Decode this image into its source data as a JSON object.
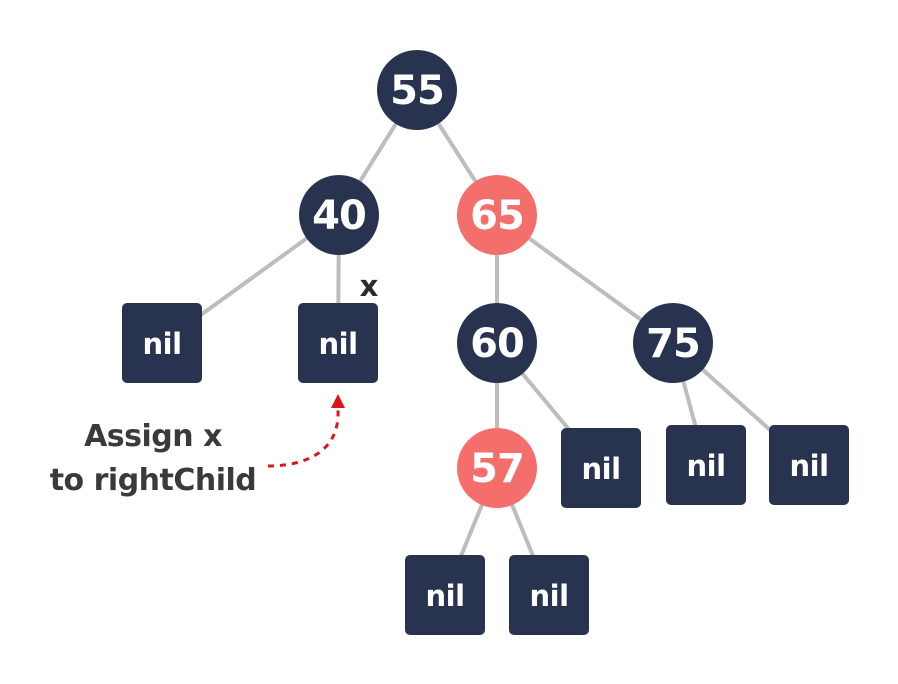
{
  "colors": {
    "black_node": "#283350",
    "red_node": "#f46f6c",
    "edge": "#bdbdbd",
    "annotation_arrow": "#e0121b",
    "annotation_text": "#3a3a3a"
  },
  "nodes": [
    {
      "id": "n55",
      "label": "55",
      "color": "black",
      "kind": "value"
    },
    {
      "id": "n40",
      "label": "40",
      "color": "black",
      "kind": "value"
    },
    {
      "id": "n65",
      "label": "65",
      "color": "red",
      "kind": "value"
    },
    {
      "id": "nil40L",
      "label": "nil",
      "color": "black",
      "kind": "nil"
    },
    {
      "id": "nil40R",
      "label": "nil",
      "color": "black",
      "kind": "nil"
    },
    {
      "id": "n60",
      "label": "60",
      "color": "black",
      "kind": "value"
    },
    {
      "id": "n75",
      "label": "75",
      "color": "black",
      "kind": "value"
    },
    {
      "id": "n57",
      "label": "57",
      "color": "red",
      "kind": "value"
    },
    {
      "id": "nil60R",
      "label": "nil",
      "color": "black",
      "kind": "nil"
    },
    {
      "id": "nil75L",
      "label": "nil",
      "color": "black",
      "kind": "nil"
    },
    {
      "id": "nil75R",
      "label": "nil",
      "color": "black",
      "kind": "nil"
    },
    {
      "id": "nil57L",
      "label": "nil",
      "color": "black",
      "kind": "nil"
    },
    {
      "id": "nil57R",
      "label": "nil",
      "color": "black",
      "kind": "nil"
    }
  ],
  "edges": [
    [
      "n55",
      "n40"
    ],
    [
      "n55",
      "n65"
    ],
    [
      "n40",
      "nil40L"
    ],
    [
      "n40",
      "nil40R"
    ],
    [
      "n65",
      "n60"
    ],
    [
      "n65",
      "n75"
    ],
    [
      "n60",
      "n57"
    ],
    [
      "n60",
      "nil60R"
    ],
    [
      "n75",
      "nil75L"
    ],
    [
      "n75",
      "nil75R"
    ],
    [
      "n57",
      "nil57L"
    ],
    [
      "n57",
      "nil57R"
    ]
  ],
  "marker": {
    "text": "x",
    "target": "nil40R"
  },
  "annotation": {
    "line1": "Assign x",
    "line2": "to rightChild"
  }
}
